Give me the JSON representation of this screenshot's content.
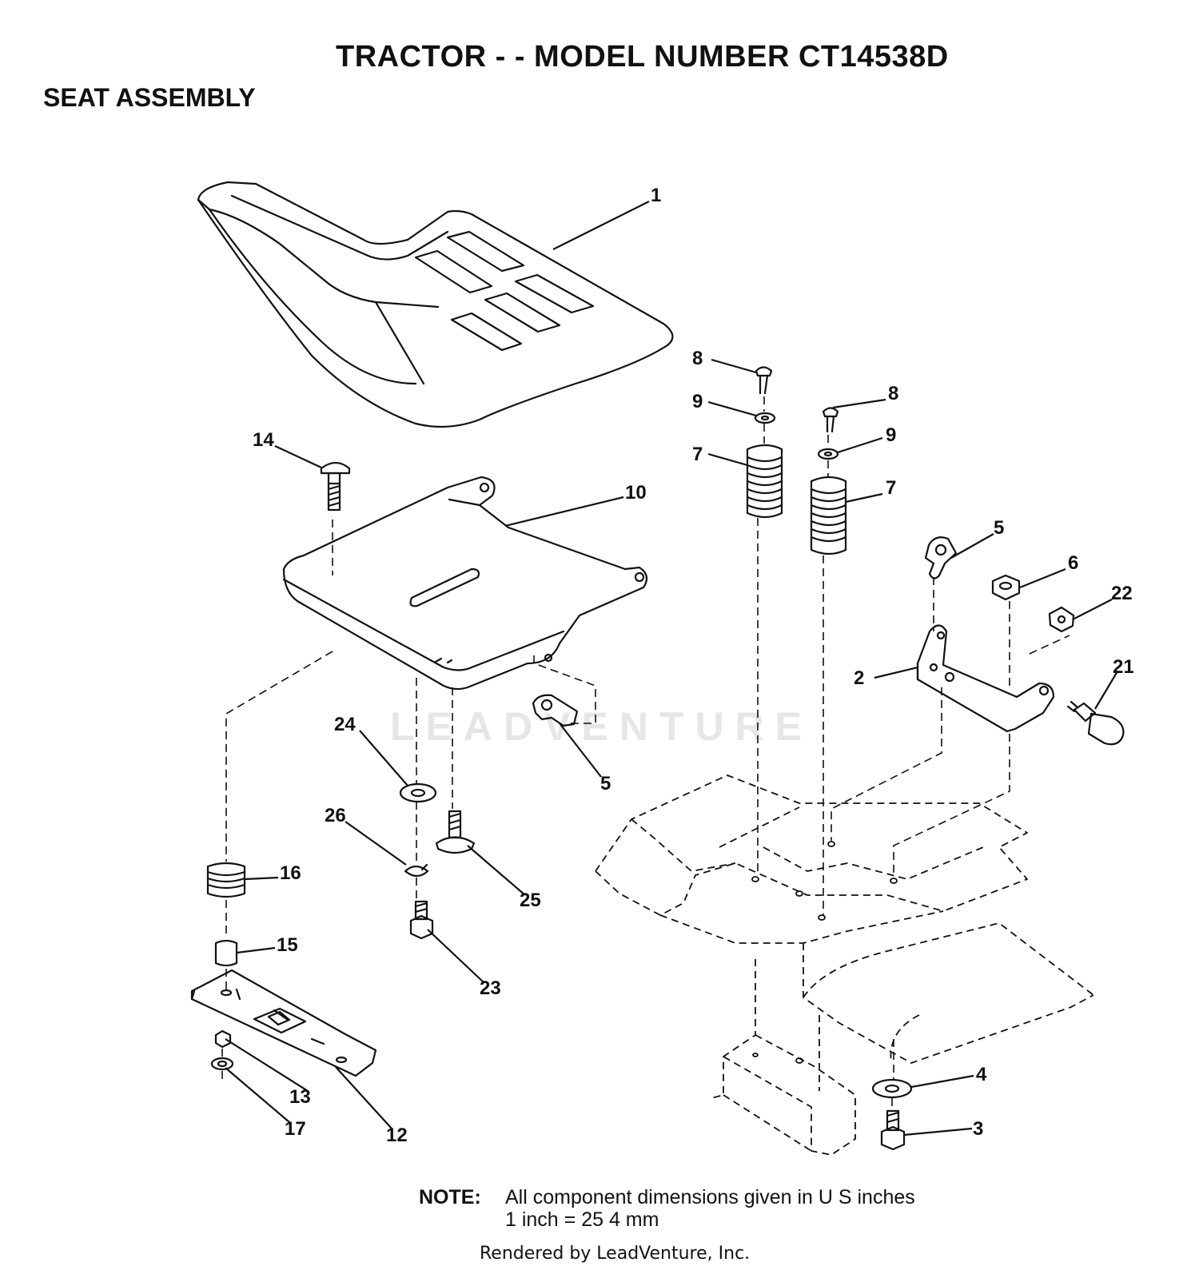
{
  "header": {
    "title": "TRACTOR - - MODEL NUMBER CT14538D",
    "section": "SEAT ASSEMBLY"
  },
  "callouts": [
    {
      "id": "c1",
      "label": "1"
    },
    {
      "id": "c2",
      "label": "2"
    },
    {
      "id": "c3",
      "label": "3"
    },
    {
      "id": "c4",
      "label": "4"
    },
    {
      "id": "c5a",
      "label": "5"
    },
    {
      "id": "c5b",
      "label": "5"
    },
    {
      "id": "c6",
      "label": "6"
    },
    {
      "id": "c7a",
      "label": "7"
    },
    {
      "id": "c7b",
      "label": "7"
    },
    {
      "id": "c8a",
      "label": "8"
    },
    {
      "id": "c8b",
      "label": "8"
    },
    {
      "id": "c9a",
      "label": "9"
    },
    {
      "id": "c9b",
      "label": "9"
    },
    {
      "id": "c10",
      "label": "10"
    },
    {
      "id": "c12",
      "label": "12"
    },
    {
      "id": "c13",
      "label": "13"
    },
    {
      "id": "c14",
      "label": "14"
    },
    {
      "id": "c15",
      "label": "15"
    },
    {
      "id": "c16",
      "label": "16"
    },
    {
      "id": "c17",
      "label": "17"
    },
    {
      "id": "c21",
      "label": "21"
    },
    {
      "id": "c22",
      "label": "22"
    },
    {
      "id": "c23",
      "label": "23"
    },
    {
      "id": "c24",
      "label": "24"
    },
    {
      "id": "c25",
      "label": "25"
    },
    {
      "id": "c26",
      "label": "26"
    }
  ],
  "note": {
    "label": "NOTE:",
    "line1": "All component dimensions given in U S  inches",
    "line2": "1 inch = 25 4 mm"
  },
  "watermark": "LEADVENTURE",
  "footer": "Rendered by LeadVenture, Inc."
}
